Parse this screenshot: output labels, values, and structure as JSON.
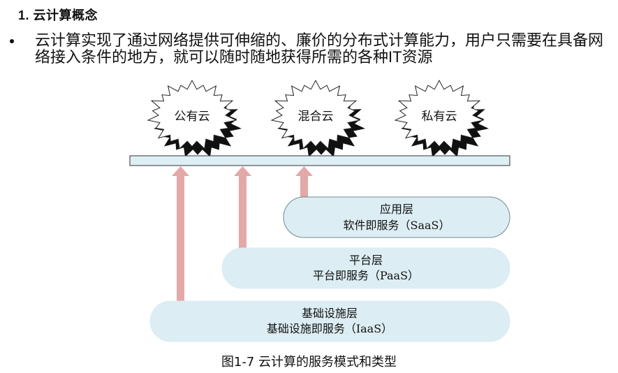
{
  "heading": "1. 云计算概念",
  "bullet": {
    "text": "云计算实现了通过网络提供可伸缩的、廉价的分布式计算能力，用户只需要在具备网络接入条件的地方，就可以随时随地获得所需的各种IT资源"
  },
  "diagram": {
    "clouds": [
      {
        "label": "公有云"
      },
      {
        "label": "混合云"
      },
      {
        "label": "私有云"
      }
    ],
    "layers": {
      "saas": {
        "title": "应用层",
        "subtitle": "软件即服务（SaaS）"
      },
      "paas": {
        "title": "平台层",
        "subtitle": "平台即服务（PaaS）"
      },
      "iaas": {
        "title": "基础设施层",
        "subtitle": "基础设施即服务（IaaS）"
      }
    },
    "caption": "图1-7  云计算的服务模式和类型"
  },
  "colors": {
    "layer_fill": "#dcedf3",
    "layer_stroke": "#6f8a93",
    "bar_fill": "#ddeff4",
    "arrow_fill": "#e3a8a8",
    "cloud_shadow": "#111111",
    "cloud_fill": "#ffffff"
  }
}
